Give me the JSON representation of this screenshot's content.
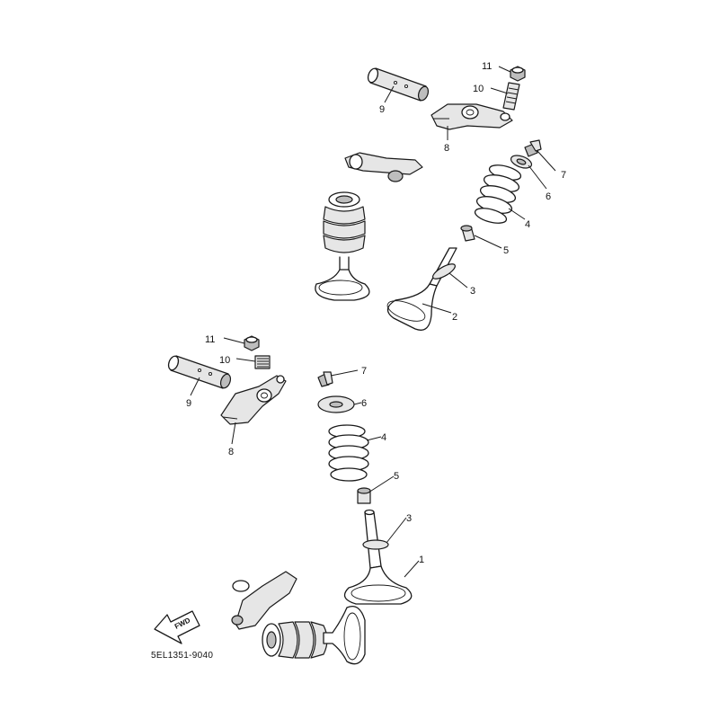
{
  "diagram": {
    "reference_code": "5EL1351-9040",
    "direction_label": "FWD",
    "colors": {
      "line": "#1a1a1a",
      "part_fill": "#e6e6e6",
      "part_shade": "#bdbdbd",
      "background": "#ffffff"
    },
    "callouts_top": [
      "11",
      "10",
      "9",
      "8",
      "7",
      "6",
      "4",
      "5",
      "3",
      "2"
    ],
    "callouts_bottom": [
      "11",
      "10",
      "9",
      "8",
      "7",
      "6",
      "4",
      "5",
      "3",
      "1"
    ]
  }
}
